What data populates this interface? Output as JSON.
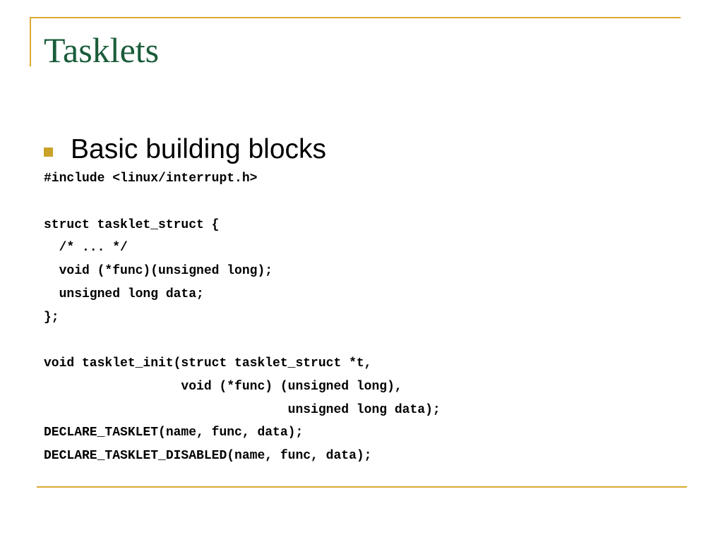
{
  "slide": {
    "title": "Tasklets",
    "bullet": "Basic building blocks",
    "code_lines": [
      "#include <linux/interrupt.h>",
      "",
      "struct tasklet_struct {",
      "  /* ... */",
      "  void (*func)(unsigned long);",
      "  unsigned long data;",
      "};",
      "",
      "void tasklet_init(struct tasklet_struct *t,",
      "                  void (*func) (unsigned long),",
      "                                unsigned long data);",
      "DECLARE_TASKLET(name, func, data);",
      "DECLARE_TASKLET_DISABLED(name, func, data);"
    ]
  },
  "theme": {
    "title_color": "#1a5c3a",
    "accent_color": "#dba933",
    "bullet_color": "#c9a227"
  }
}
